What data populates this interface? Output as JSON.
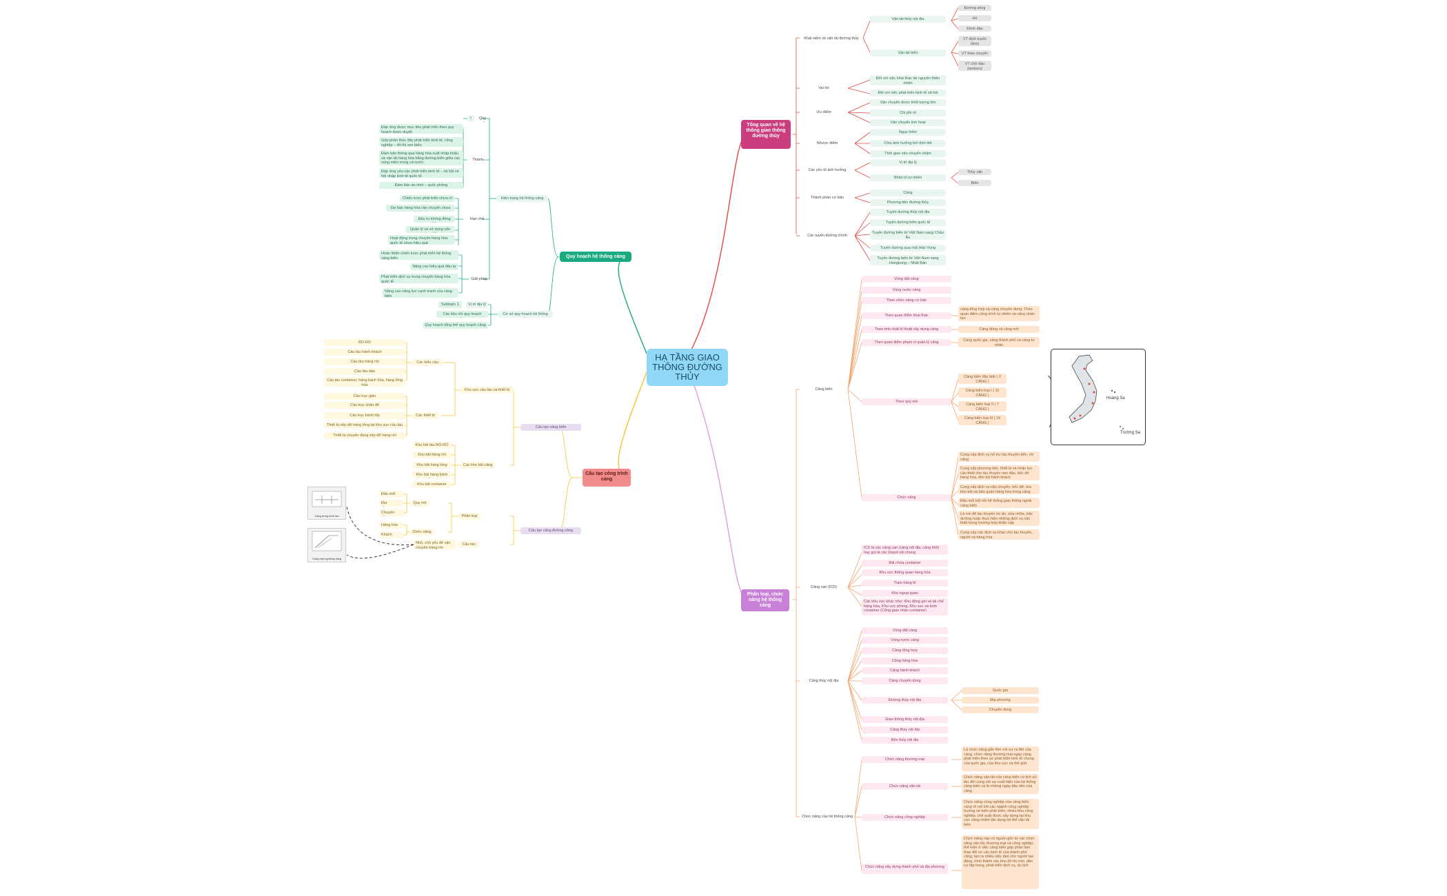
{
  "root": "HẠ TẦNG GIAO THÔNG ĐƯỜNG THỦY",
  "branches": {
    "quyhoach": "Quy hoạch hệ thống cảng",
    "caotao": "Cấu tạo công trình cảng",
    "tongquan": "Tổng quan về hệ thống giao thông đường thủy",
    "phanloai": "Phân loại, chức năng hệ thống cảng"
  },
  "qh": {
    "hientrang": "Hiện trạng hệ thống cảng",
    "quymo": "Quy mô",
    "i": "I",
    "thanhtuu": "Thành tựu",
    "tt": [
      "Đáp ứng được mục tiêu phát triển theo quy hoạch được duyệt.",
      "Góp phần thúc đẩy phát triển kinh tế, công nghiệp – đô thị ven biển.",
      "Đảm bảo thông qua hàng hóa xuất nhập khẩu và vận tải hàng hóa bằng đường biển giữa các vùng miền trong cả nước.",
      "Đáp ứng yêu cầu phát triển kinh tế – xã hội và hội nhập kinh tế quốc tế.",
      "Đảm bảo an ninh – quốc phòng"
    ],
    "hanche": "Hạn chế",
    "hc": [
      "Chiến lược phát triển chưa rõ ràng",
      "Dự báo hàng hóa vận chuyển chưa chính xác",
      "Đầu tư không đồng bộ",
      "Quản lý và sử dụng vốn chưa tốt",
      "Hoạt động trung chuyển hàng hóa quốc tế chưa hiệu quả"
    ],
    "giaiphap": "Giải pháp",
    "gp": [
      "Hoàn thiện chiến lược phát triển hệ thống cảng biển",
      "Nâng cao hiệu quả đầu tư",
      "Phát triển dịch vụ trung chuyển hàng hóa quốc tế",
      "Nâng cao năng lực cạnh tranh của cảng biển"
    ],
    "coso": "Cơ sở quy hoạch hệ thống cảng",
    "vitridialy": "Vị trí địa lý",
    "subtopic": "Subtopic 1",
    "chitieu": "Các tiêu chí quy hoạch cảng",
    "tongthe": "Quy hoạch tổng thể quy hoạch cảng"
  },
  "ct": {
    "cangbien": "Cấu tạo cảng biển",
    "khuvuc": "Khu vực cầu tàu và thiết bị",
    "cackieu": "Các kiểu cầu tàu",
    "kieu": [
      "RO-RO",
      "Cầu tàu hành khách",
      "Cầu tàu hàng rời",
      "Cầu tàu dầu",
      "Cầu tàu container, hàng bách hóa, hàng lỏng hóa"
    ],
    "thietbi": "Các thiết bị",
    "tb": [
      "Cầu trục giàn",
      "Cầu trục chân đế",
      "Cầu trục bánh lốp",
      "Thiết bị xếp dỡ hàng lỏng tại khu vực cầu tàu",
      "Thiết bị chuyên dùng xếp dỡ hàng rời"
    ],
    "khobai": "Các kho bãi cảng",
    "kb": [
      "Khu bãi tàu RO-RO",
      "Khu bãi hàng rời",
      "Khu bãi hàng lỏng",
      "Khu bãi hàng bách hóa",
      "Khu bãi container"
    ],
    "duongsong": "Cấu tạo cảng đường sông",
    "phanloai": "Phân loại",
    "quymo": "Quy mô",
    "qm": [
      "Đầu mối",
      "Địa phương",
      "Chuyên dùng"
    ],
    "chucnang": "Chức năng",
    "cn": [
      "Hàng hóa",
      "Khách"
    ],
    "cautao": "Cấu tạo",
    "nho": "Nhỏ, chủ yếu để vận chuyển hàng rời",
    "img1": "Cảng trung bình tàu",
    "img2": "Cảng mái nghiêng cảng"
  },
  "tq": {
    "khainiem": "Khái niệm về vận tải đường thủy",
    "noidia": "Vận tải thủy nội địa",
    "nd": [
      "Đường sông",
      "Hồ",
      "Kênh đào"
    ],
    "bien": "Vận tải biển",
    "vb": [
      "VT định tuyến (line)",
      "VT theo chuyến",
      "VT chở dầu (tankers)"
    ],
    "vaitro": "Vai trò",
    "vt": [
      "Đối với việc khai thác tài nguyên thiên nhiên",
      "Đối với việc phát triển kinh tế xã hội"
    ],
    "uudiem": "Ưu điểm",
    "ud": [
      "Vận chuyển được khối lượng lớn",
      "Chi phí rẻ",
      "Vận chuyển linh hoạt"
    ],
    "nhuocdiem": "Nhược điểm",
    "nd2": [
      "Nguy hiểm",
      "Chịu ảnh hưởng bởi thời tiết",
      "Thời gian vận chuyển chậm"
    ],
    "yeuto": "Các yếu tố ảnh hưởng",
    "yt": [
      "Vị trí địa lý",
      "Nhân tố tự nhiên"
    ],
    "tn": [
      "Thủy văn",
      "Biển"
    ],
    "thanhphan": "Thành phần cơ bản",
    "tp": [
      "Cảng",
      "Phương tiện đường thủy"
    ],
    "tuyen": "Các tuyến đường chính",
    "ty": [
      "Tuyến đường thủy nội địa",
      "Tuyến đường biển quốc tế",
      "Tuyến đường biển từ Việt Nam sang Châu Âu",
      "Tuyến đường qua mũi Hảo Vọng",
      "Tuyến đường biển từ Việt Nam sang Hongkong – Nhật Bản"
    ]
  },
  "pl": {
    "cangbien": "Cảng biển",
    "cb": [
      "Vùng đất cảng",
      "Vùng nước cảng",
      "Theo chức năng cơ bản",
      "Theo quan điểm khai thác",
      "Theo tính chất kĩ thuật xây dựng cảng",
      "Theo quan điểm phạm vi quản lý cảng",
      "Theo quy mô",
      "Chức năng"
    ],
    "khaithac": "cảng tổng hợp và cảng chuyên dụng; Theo quan điểm công trình tự nhiên và cảng nhân tạo",
    "kythuat": "Cảng đóng và cảng mở",
    "quanly": "Cảng quốc gia, cảng thành phố và cảng tư nhân",
    "quymo": [
      "Cảng biển đặc biệt ( 2 CẢNG )",
      "Cảng biển loại I ( 11 CẢNG )",
      "Cảng biển loại II ( 7 CẢNG )",
      "Cảng biển loại III ( 10 CẢNG )"
    ],
    "chucnang": [
      "Cung cấp dịch vụ hỗ trợ tàu thuyền đến, rời cảng",
      "Cung cấp phương tiện, thiết bị và nhân lực cần thiết cho tàu thuyền neo đậu, bốc dỡ hàng hóa, đón trả hành khách",
      "Cung cấp dịch vụ vận chuyển, bốc dỡ, lưu kho bãi và bảo quản hàng hóa trong cảng",
      "Đầu mối kết nối hệ thống giao thông ngoài cảng biển",
      "Là nơi để tàu thuyền trú ẩn, sửa chữa, bảo dưỡng hoặc thực hiện những dịch vụ cần thiết trong trường hợp khẩn cấp",
      "Cung cấp các dịch vụ khác cho tàu thuyền, người và hàng hóa"
    ],
    "icd": "Cảng cạn (ICD)",
    "icdItems": [
      "ICD là các cảng cạn (cảng nội địa, cảng khô) hay gọi là các Depot nội chung",
      "Bãi chứa container",
      "Khu vực thông quan hàng hóa",
      "Trạm hàng lẻ",
      "Kho ngoại quan",
      "Các khu vực khác như: Khu đóng gói và tái chế hàng hóa, Khu vực phòng, Khu vực và kinh container (Cổng giao nhận container)"
    ],
    "noidia": "Cảng thủy nội địa",
    "nd": [
      "Vùng đất cảng",
      "Vùng nước cảng",
      "Cảng tổng hợp",
      "Cảng hàng hóa",
      "Cảng hành khách",
      "Cảng chuyên dùng",
      "Đường thủy nội địa",
      "Giao thông thủy nội địa",
      "Cảng thủy nội địa",
      "Bến thủy nội địa"
    ],
    "dtnd": [
      "Quốc gia",
      "Địa phương",
      "Chuyên dùng"
    ],
    "chucnangHT": "Chức năng của hệ thống cảng",
    "cnht": [
      "Chức năng thương mại",
      "Chức năng vận tải",
      "Chức năng công nghiệp",
      "Chức năng xây dựng thành phố và địa phương"
    ],
    "cnhtText": [
      "Là chức năng gắn liền với sự ra đời của cảng, chức năng thương mại ngày càng phát triển theo sự phát triển kinh tế chung của quốc gia, của khu vực và thế giới",
      "Chức năng vận tải của cảng biển có lịch sử lâu đời cùng với sự xuất hiện của hệ thống cảng biển và là những ngày đầu tiên của cảng",
      "Chức năng công nghiệp của cảng biển càng rõ nét khi các ngành công nghiệp hướng về biển phát triển, nhiều khu công nghiệp, chế xuất được xây dựng tại khu vực cảng nhằm tận dụng lợi thế vận tải biển",
      "Chức năng này có nguồn gốc từ các chức năng vận tải, thương mại và công nghiệp, thể hiện ở việc cảng biển góp phần làm thay đổi cơ cấu kinh tế của thành phố cảng, tạo ra nhiều việc làm cho người lao động, hình thành các khu đô thị mới, dân cư tập trung, phát triển dịch vụ, du lịch"
    ],
    "mapLabels": [
      "Hoàng Sa",
      "Trường Sa"
    ]
  }
}
